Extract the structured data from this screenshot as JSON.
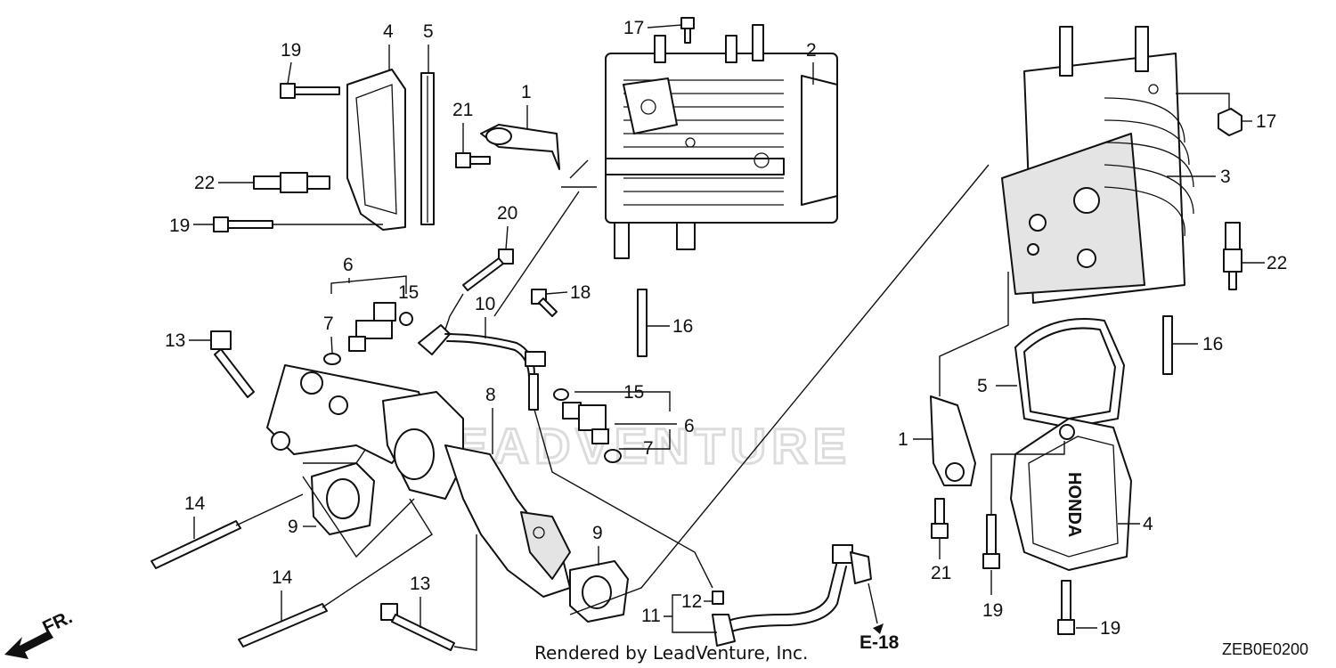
{
  "diagram": {
    "watermark_text": "LEADVENTURE",
    "footer_text": "Rendered by LeadVenture, Inc.",
    "diagram_code": "ZEB0E0200",
    "reference_label": "E-18",
    "direction_label": "FR.",
    "cover_brand": "HONDA",
    "callouts": {
      "c1": "1",
      "c2": "2",
      "c3": "3",
      "c4": "4",
      "c5": "5",
      "c6": "6",
      "c7": "7",
      "c8": "8",
      "c9": "9",
      "c10": "10",
      "c11": "11",
      "c12": "12",
      "c13": "13",
      "c14": "14",
      "c15": "15",
      "c16": "16",
      "c17": "17",
      "c18": "18",
      "c19": "19",
      "c20": "20",
      "c21": "21",
      "c22": "22"
    }
  }
}
